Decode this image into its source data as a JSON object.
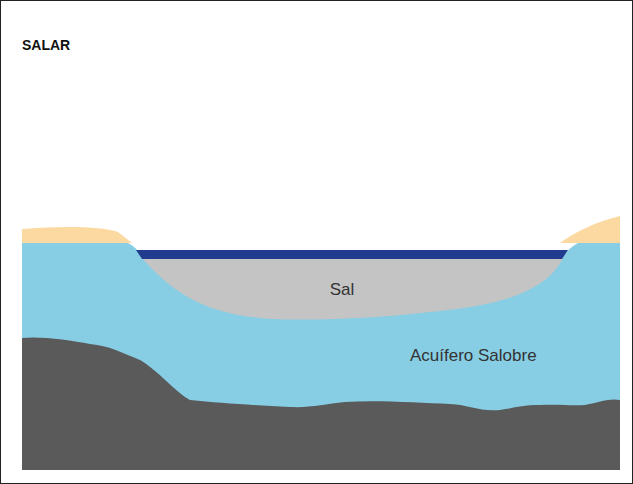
{
  "diagram": {
    "title": "SALAR",
    "labels": [
      "Sal",
      "Acuífero Salobre"
    ]
  }
}
